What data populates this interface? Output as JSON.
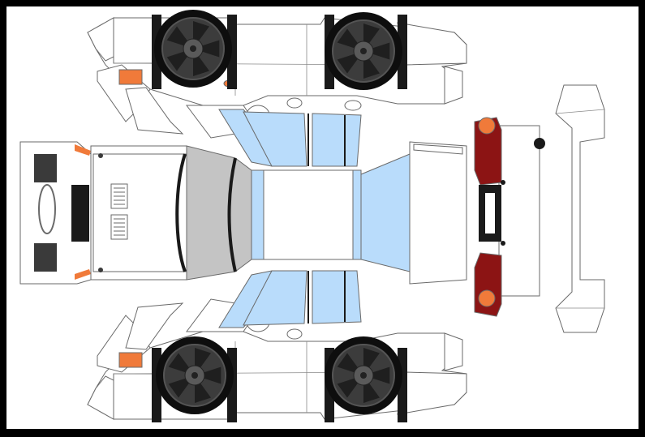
{
  "colors": {
    "frame": "#000000",
    "paper": "#ffffff",
    "outline": "#6a6a6a",
    "glass": "#b9dcfb",
    "signal": "#f07a3a",
    "bumper": "#8c1414",
    "tire": "#0e0e0e",
    "rim": "#3c3c3c",
    "hood_panel": "#c4c4c4",
    "grille": "#1a1a1a"
  },
  "pieces": [
    "side-panel-top",
    "side-panel-bottom",
    "roof-panel",
    "front-nose",
    "hood",
    "windshield",
    "rear-window",
    "trunk",
    "rear-bumper",
    "spoiler"
  ],
  "wheels": {
    "count": 4,
    "spokes": 5
  },
  "icons": [
    "wheel-icon",
    "mirror-icon",
    "door-handle-icon",
    "license-plate-icon",
    "vent-icon",
    "bolt-icon"
  ]
}
